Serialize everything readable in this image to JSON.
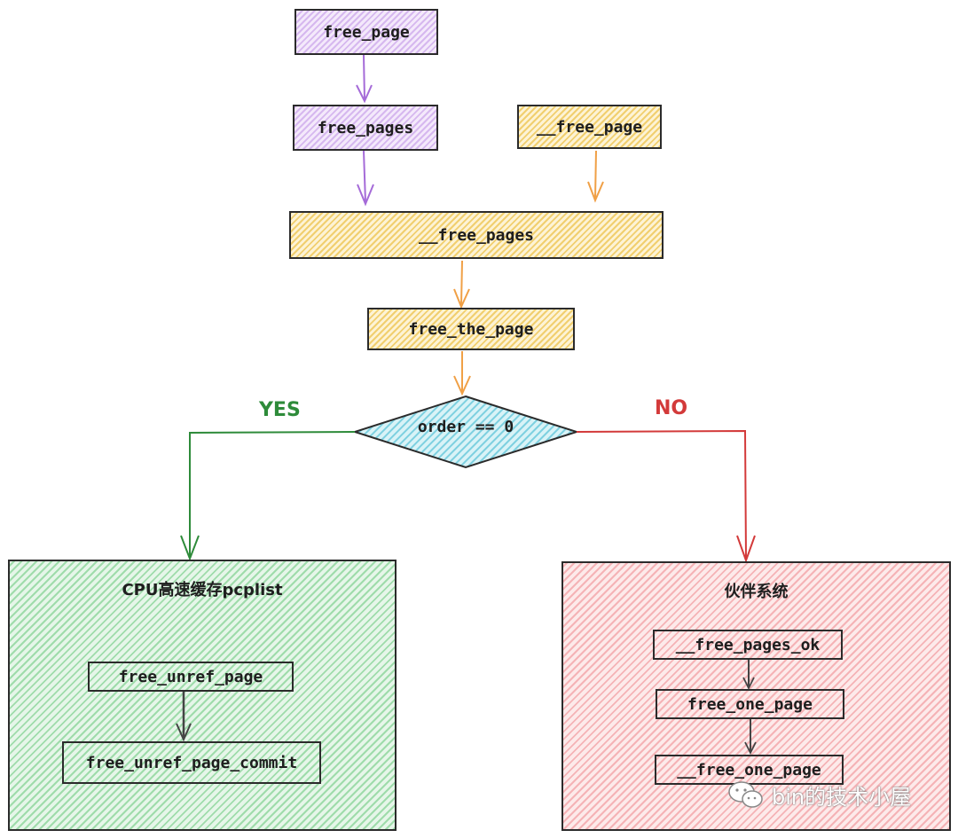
{
  "nodes": {
    "free_page": "free_page",
    "free_pages": "free_pages",
    "__free_page": "__free_page",
    "__free_pages": "__free_pages",
    "free_the_page": "free_the_page",
    "decision": "order == 0"
  },
  "branches": {
    "yes": "YES",
    "no": "NO"
  },
  "pcp_group": {
    "title": "CPU高速缓存pcplist",
    "items": [
      "free_unref_page",
      "free_unref_page_commit"
    ]
  },
  "buddy_group": {
    "title": "伙伴系统",
    "items": [
      "__free_pages_ok",
      "free_one_page",
      "__free_one_page"
    ]
  },
  "watermark": {
    "text": "bin的技术小屋",
    "icon": "wechat-icon"
  },
  "colors": {
    "purple_arrow": "#a56bd8",
    "orange_arrow": "#f0a046",
    "yes_green": "#2e8b3a",
    "no_red": "#d33a3a",
    "diamond_fill": "#9fdde9"
  }
}
